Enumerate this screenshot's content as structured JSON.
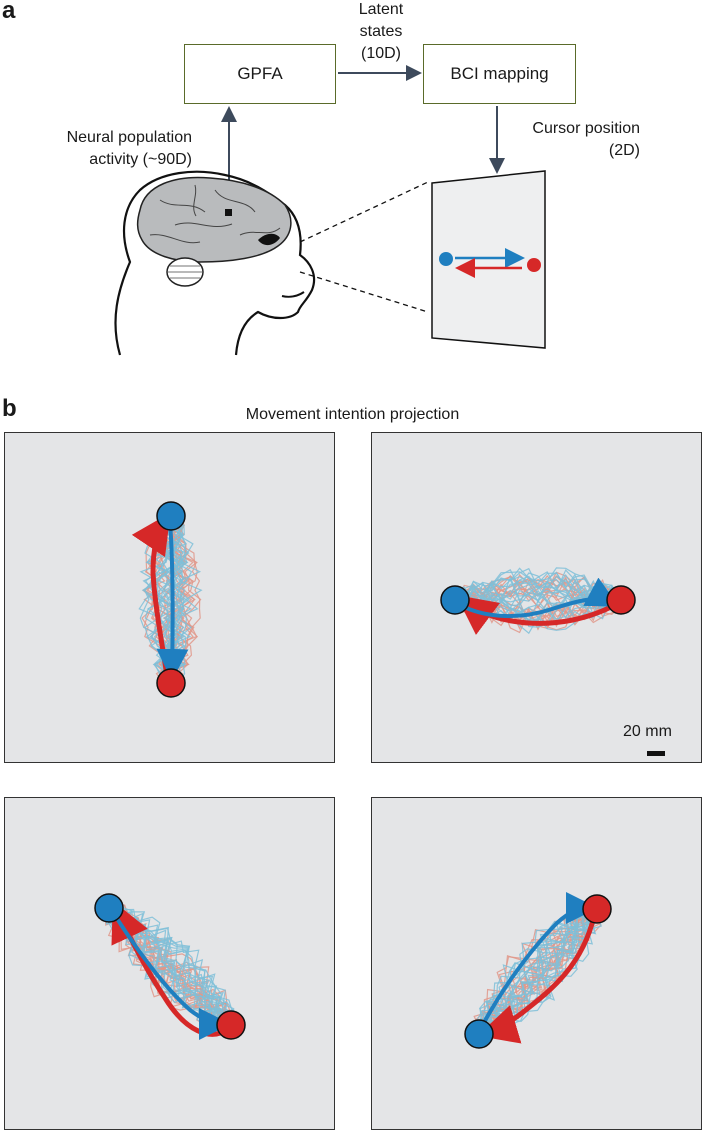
{
  "panel_a": {
    "letter": "a",
    "gpfa_box": "GPFA",
    "bci_box": "BCI mapping",
    "latent_label_line1": "Latent",
    "latent_label_line2": "states",
    "latent_label_line3": "(10D)",
    "neural_label_line1": "Neural population",
    "neural_label_line2": "activity (~90D)",
    "cursor_label_line1": "Cursor position",
    "cursor_label_line2": "(2D)",
    "colors": {
      "box_border": "#5a6b2a",
      "arrow": "#3d4a5c",
      "blue": "#1f7fc0",
      "red": "#d62828"
    }
  },
  "panel_b": {
    "letter": "b",
    "title": "Movement intention projection",
    "scale_bar_label": "20 mm",
    "panels": [
      {
        "id": "top-left",
        "blue_target": "top",
        "red_target": "bottom"
      },
      {
        "id": "top-right",
        "blue_target": "left",
        "red_target": "right"
      },
      {
        "id": "bottom-left",
        "blue_target": "upper-left",
        "red_target": "lower-right"
      },
      {
        "id": "bottom-right",
        "blue_target": "lower-left",
        "red_target": "upper-right"
      }
    ],
    "colors": {
      "background": "#e4e5e7",
      "blue_trace": "#7fc0d8",
      "red_trace": "#e0988a",
      "blue": "#1f7fc0",
      "red": "#d62828"
    }
  }
}
